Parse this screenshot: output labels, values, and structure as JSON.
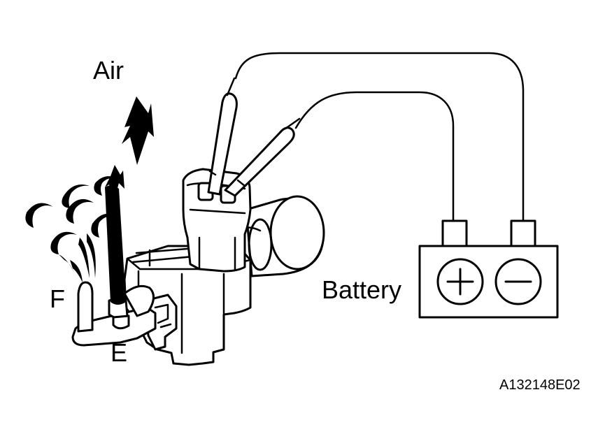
{
  "labels": {
    "air": "Air",
    "port_f": "F",
    "port_e": "E",
    "battery": "Battery",
    "figure_id": "A132148E02"
  },
  "battery": {
    "positive_symbol": "+",
    "negative_symbol": "−"
  },
  "colors": {
    "ink": "#000000",
    "paper": "#ffffff"
  }
}
